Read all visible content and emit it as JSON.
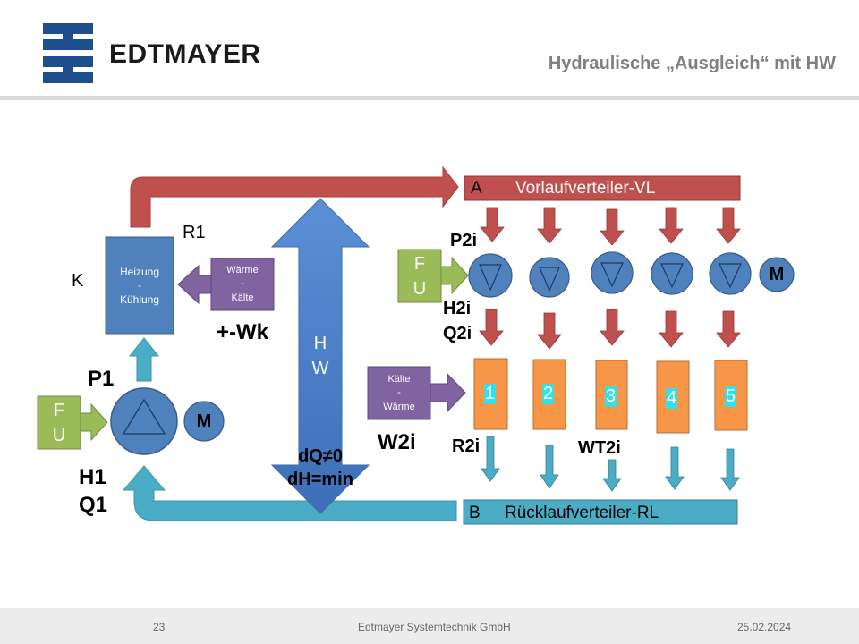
{
  "header": {
    "logo_text": "EDTMAYER",
    "title": "Hydraulische „Ausgleich“  mit HW"
  },
  "diagram": {
    "source_box_lines": [
      "Heizung",
      "-",
      "Kühlung"
    ],
    "label_k": "K",
    "label_r1": "R1",
    "warme_kalte_lines": [
      "Wärme",
      "-",
      "Kälte"
    ],
    "label_wk": "+-Wk",
    "label_p1": "P1",
    "fu_left_lines": [
      "F",
      "U"
    ],
    "motor_label": "M",
    "label_h1": "H1",
    "label_q1": "Q1",
    "hw_lines": [
      "H",
      "W"
    ],
    "hw_dq": "dQ≠0",
    "hw_dh": "dH=min",
    "vl_letter": "A",
    "vl_label": "Vorlaufverteiler-VL",
    "rl_letter": "B",
    "rl_label": "Rücklaufverteiler-RL",
    "label_p2i": "P2i",
    "fu_right_lines": [
      "F",
      "U"
    ],
    "motor_label_right": "M",
    "label_h2i": "H2i",
    "label_q2i": "Q2i",
    "kalte_warme_lines": [
      "Kälte",
      "-",
      "Wärme"
    ],
    "label_w2i": "W2i",
    "label_r2i": "R2i",
    "label_wt2i": "WT2i",
    "consumers": [
      "1",
      "2",
      "3",
      "4",
      "5"
    ]
  },
  "footer": {
    "page": "23",
    "company": "Edtmayer Systemtechnik GmbH",
    "date": "25.02.2024"
  },
  "colors": {
    "red_arrow": "#c0504d",
    "blue_pipe": "#4bacc6",
    "hw_blue": "#4f81bd",
    "pump_blue": "#4f81bd",
    "fu_green": "#9bbb59",
    "purple": "#8064a2",
    "consumer_orange": "#f79646",
    "num_cyan": "#33e0e8"
  }
}
